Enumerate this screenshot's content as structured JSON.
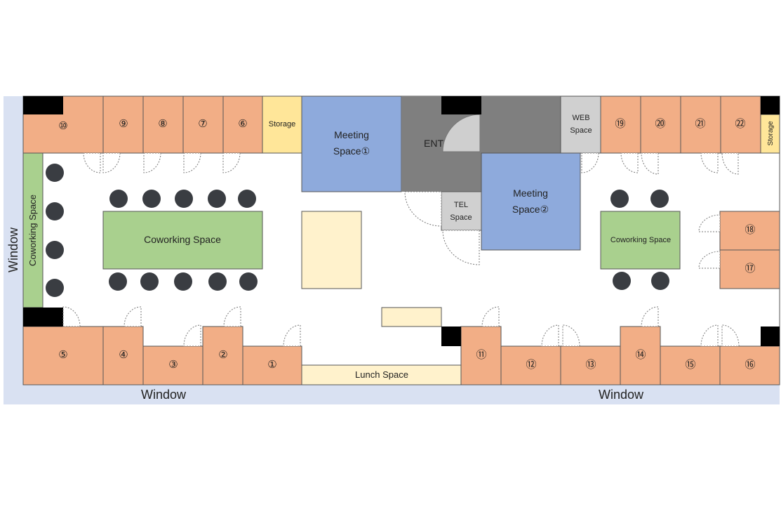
{
  "labels": {
    "window_left": "Window",
    "window_bottom_left": "Window",
    "window_bottom_right": "Window",
    "storage_1": "Storage",
    "storage_2": "Storage",
    "meeting_1_line1": "Meeting",
    "meeting_1_line2": "Space①",
    "meeting_2_line1": "Meeting",
    "meeting_2_line2": "Space②",
    "entrance": "ENT",
    "web_line1": "WEB",
    "web_line2": "Space",
    "tel_line1": "TEL",
    "tel_line2": "Space",
    "coworking_left": "Coworking Space",
    "coworking_center": "Coworking Space",
    "coworking_right": "Coworking Space",
    "lunch": "Lunch Space"
  },
  "offices": {
    "o1": "①",
    "o2": "②",
    "o3": "③",
    "o4": "④",
    "o5": "⑤",
    "o6": "⑥",
    "o7": "⑦",
    "o8": "⑧",
    "o9": "⑨",
    "o10": "⑩",
    "o11": "⑪",
    "o12": "⑫",
    "o13": "⑬",
    "o14": "⑭",
    "o15": "⑮",
    "o16": "⑯",
    "o17": "⑰",
    "o18": "⑱",
    "o19": "⑲",
    "o20": "⑳",
    "o21": "㉑",
    "o22": "㉒"
  },
  "colors": {
    "office": "#f2ae86",
    "meeting": "#8eaadc",
    "entrance": "#7f7f7f",
    "web_tel": "#d0d0d0",
    "storage": "#ffe699",
    "coworking": "#a9d08e",
    "lunch": "#fff2cc",
    "window_band": "#d9e1f2",
    "chair": "#3a3d42",
    "pillar": "#000000"
  }
}
